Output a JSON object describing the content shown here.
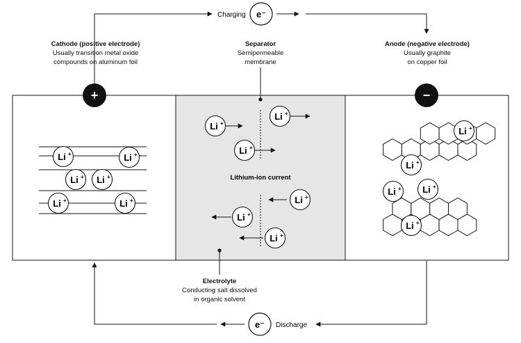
{
  "charging_label": "Charging",
  "discharge_label": "Discharge",
  "electron_label": "e⁻",
  "cathode": {
    "title": "Cathode (positive electrode)",
    "line1": "Usually transition metal oxide",
    "line2": "compounds on aluminum foil"
  },
  "separator": {
    "title": "Separator",
    "line1": "Semipermeable",
    "line2": "membrane"
  },
  "anode": {
    "title": "Anode (negative electrode)",
    "line1": "Usually graphite",
    "line2": "on copper foil"
  },
  "electrolyte": {
    "title": "Electrolyte",
    "line1": "Conducting salt dissolved",
    "line2": "in organic solvent"
  },
  "current_label": "Lithium-ion current",
  "plus_sign": "+",
  "minus_sign": "−",
  "ion_label": "Li",
  "ion_charge": "+",
  "colors": {
    "line": "#111111",
    "electrolyte_fill": "#e6e6e6",
    "background": "#ffffff"
  }
}
